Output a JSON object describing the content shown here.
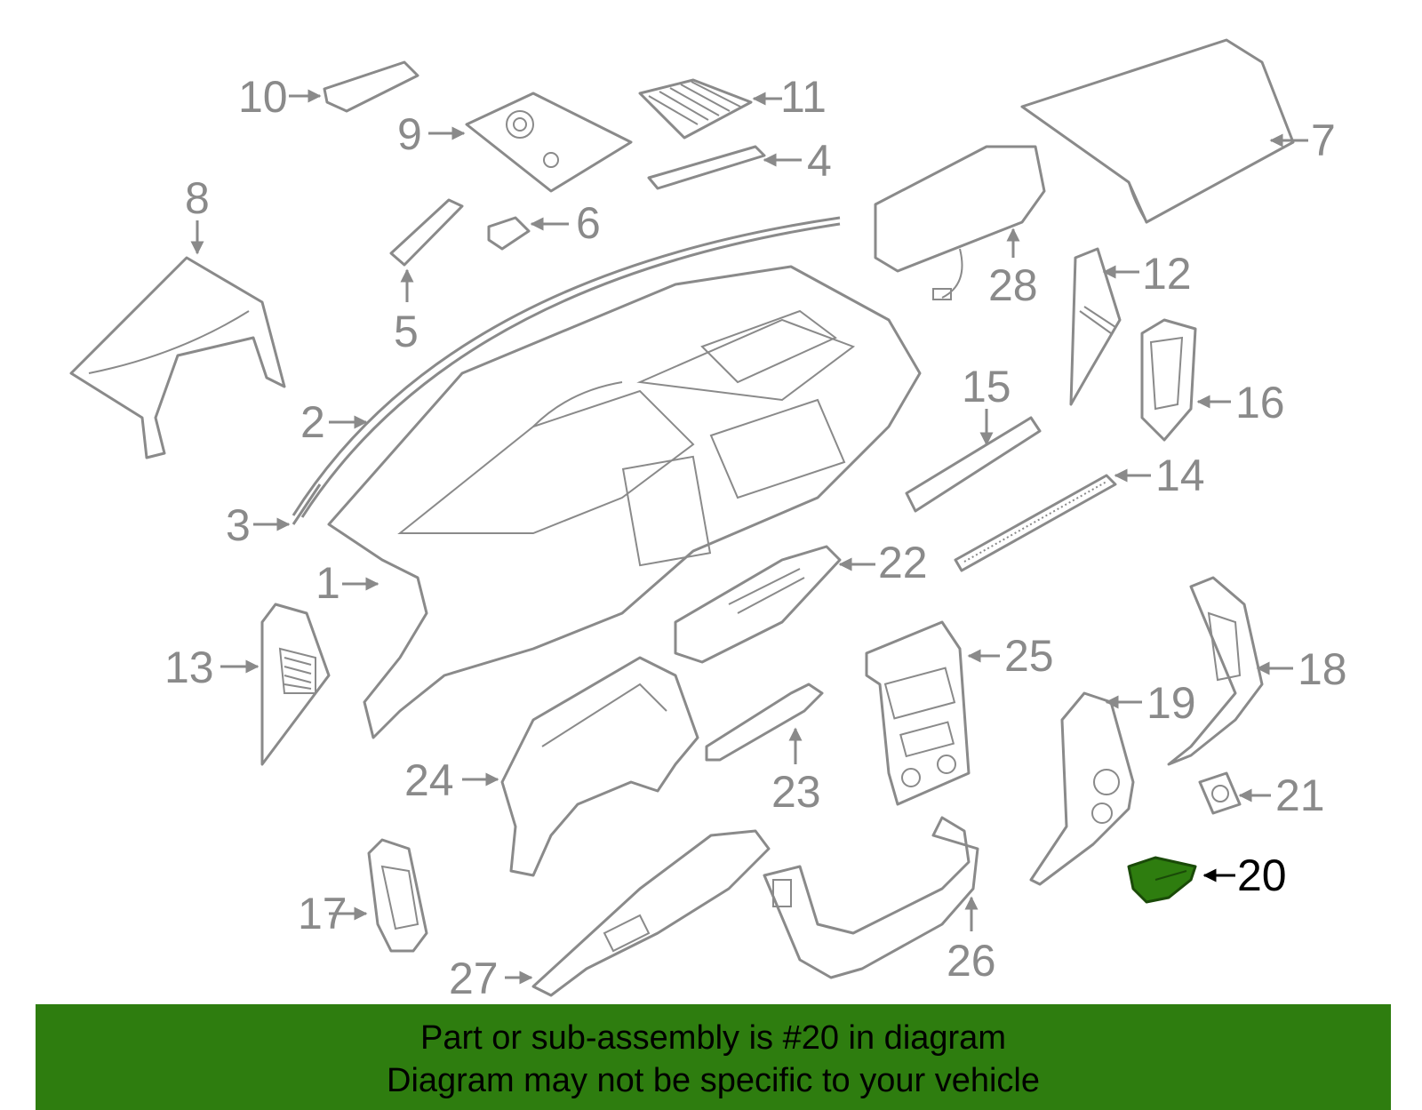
{
  "callouts": [
    "1",
    "2",
    "3",
    "4",
    "5",
    "6",
    "7",
    "8",
    "9",
    "10",
    "11",
    "12",
    "13",
    "14",
    "15",
    "16",
    "17",
    "18",
    "19",
    "20",
    "21",
    "22",
    "23",
    "24",
    "25",
    "26",
    "27",
    "28"
  ],
  "highlighted_callout": "20",
  "highlight_color": "#2e7d0f",
  "banner": {
    "line1": "Part or sub-assembly is #20 in diagram",
    "line2": "Diagram may not be specific to your vehicle"
  }
}
